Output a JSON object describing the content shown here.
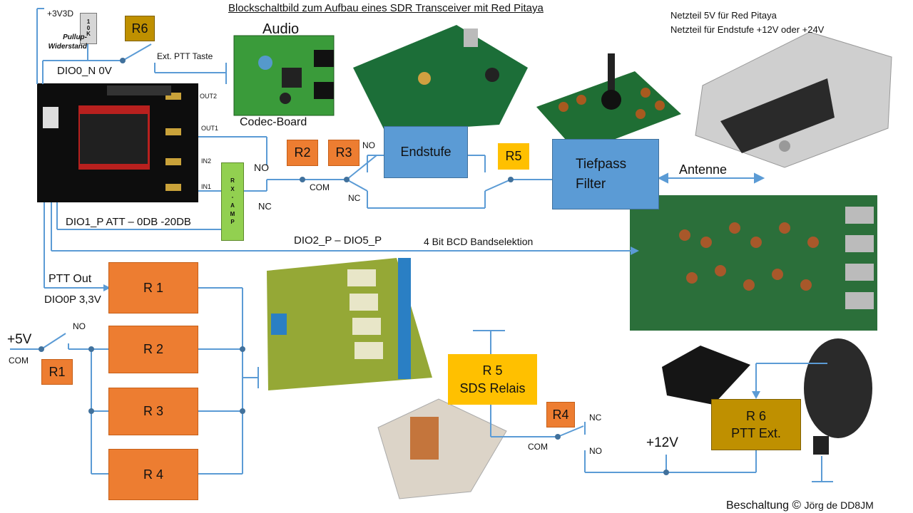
{
  "title": "Blockschaltbild zum Aufbau eines SDR Transceiver mit Red Pitaya",
  "top_left": {
    "v33": "+3V3D",
    "resistor_value": "1\n0\nK",
    "pullup_label": "Pullup-\nWiderstand",
    "r6": "R6",
    "ext_ptt": "Ext. PTT Taste",
    "dio0": "DIO0_N 0V"
  },
  "red_pitaya": {
    "out2": "OUT2",
    "out1": "OUT1",
    "in2": "IN2",
    "in1": "IN1"
  },
  "audio": {
    "title": "Audio",
    "codec": "Codec-Board"
  },
  "rx_amp": {
    "label": "R\nX\n-\nA\nM\nP"
  },
  "rx_path": {
    "no": "NO",
    "nc": "NC",
    "r2": "R2",
    "r3": "R3",
    "com": "COM",
    "no2": "NO",
    "nc2": "NC"
  },
  "endstufe": {
    "label": "Endstufe"
  },
  "r5_small": "R5",
  "tiefpass": {
    "label": "Tiefpass\nFilter"
  },
  "antenne": "Antenne",
  "netzteil": {
    "line1": "Netzteil 5V für Red Pitaya",
    "line2": "Netzteil für Endstufe +12V oder +24V"
  },
  "dio1": "DIO1_P  ATT – 0DB -20DB",
  "dio2": "DIO2_P – DIO5_P",
  "bcd": "4 Bit BCD Bandselektion",
  "ptt_out": "PTT Out",
  "dio0p": "DIO0P 3,3V",
  "relays": [
    "R 1",
    "R 2",
    "R 3",
    "R 4"
  ],
  "plus5v": "+5V",
  "r1_side": {
    "no": "NO",
    "com": "COM",
    "r1": "R1"
  },
  "sds": {
    "label": "R 5\nSDS Relais"
  },
  "r4_small": {
    "r4": "R4",
    "nc": "NC",
    "com": "COM",
    "no": "NO"
  },
  "plus12v": "+12V",
  "r6_ext": {
    "label": "R 6\nPTT Ext."
  },
  "credit": {
    "prefix": "Beschaltung",
    "copyright": "©",
    "author": "Jörg de DD8JM"
  },
  "colors": {
    "orange": "#ED7D31",
    "blue": "#5B9BD5",
    "yellow": "#FFC000",
    "gold": "#BF9000",
    "green": "#92D050",
    "wire": "#5B9BD5"
  }
}
